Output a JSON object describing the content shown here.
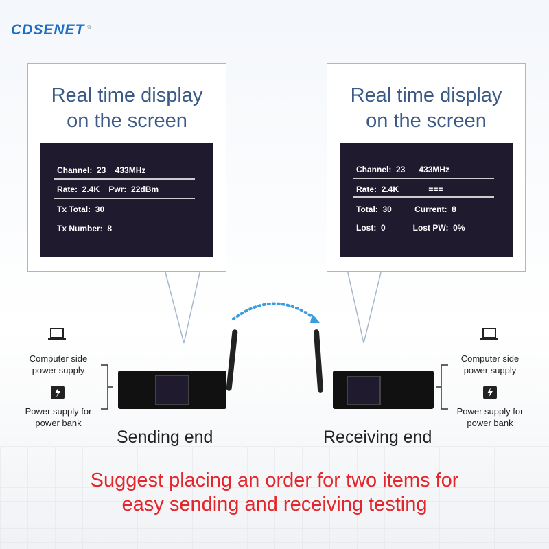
{
  "logo": "CDSENET",
  "bubbles": [
    {
      "title1": "Real time display",
      "title2": "on the screen",
      "rows": [
        "Channel:  23    433MHz",
        "Rate:  2.4K    Pwr:  22dBm",
        "Tx Total:  30",
        "Tx Number:  8"
      ]
    },
    {
      "title1": "Real time display",
      "title2": "on the screen",
      "rows": [
        "Channel:  23      433MHz",
        "Rate:  2.4K             ===",
        "Total:  30          Current:  8",
        "Lost:  0            Lost PW:  0%"
      ]
    }
  ],
  "left": {
    "power1": "Computer side\npower supply",
    "power2": "Power supply for\npower bank",
    "end": "Sending end"
  },
  "right": {
    "power1": "Computer side\npower supply",
    "power2": "Power supply for\npower bank",
    "end": "Receiving end"
  },
  "footer": {
    "line1": "Suggest placing an order for two items for",
    "line2": "easy sending and receiving testing"
  },
  "colors": {
    "accent": "#e3262b",
    "title": "#3c5a86",
    "screen": "#1f1a2e"
  }
}
